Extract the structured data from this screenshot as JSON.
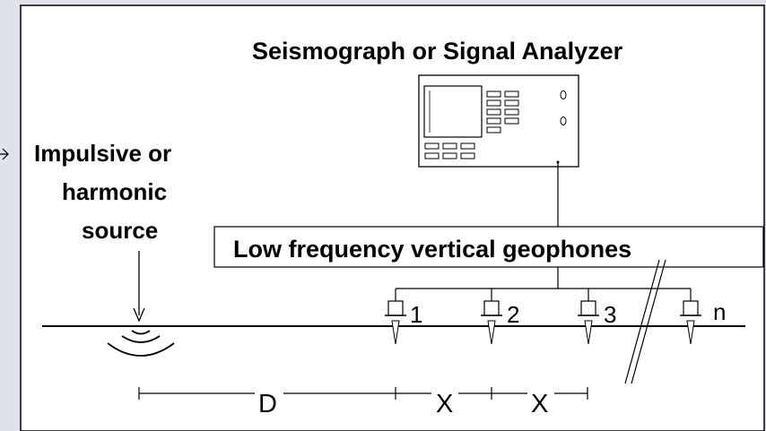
{
  "diagram": {
    "title": "Seismograph or Signal Analyzer",
    "source_label_lines": [
      "Impulsive or",
      "harmonic",
      "source"
    ],
    "geophone_label": "Low frequency vertical geophones",
    "geophone_numbers": [
      "1",
      "2",
      "3",
      "n"
    ],
    "spacing_labels": {
      "source_distance": "D",
      "spacing_1": "X",
      "spacing_2": "X"
    }
  }
}
